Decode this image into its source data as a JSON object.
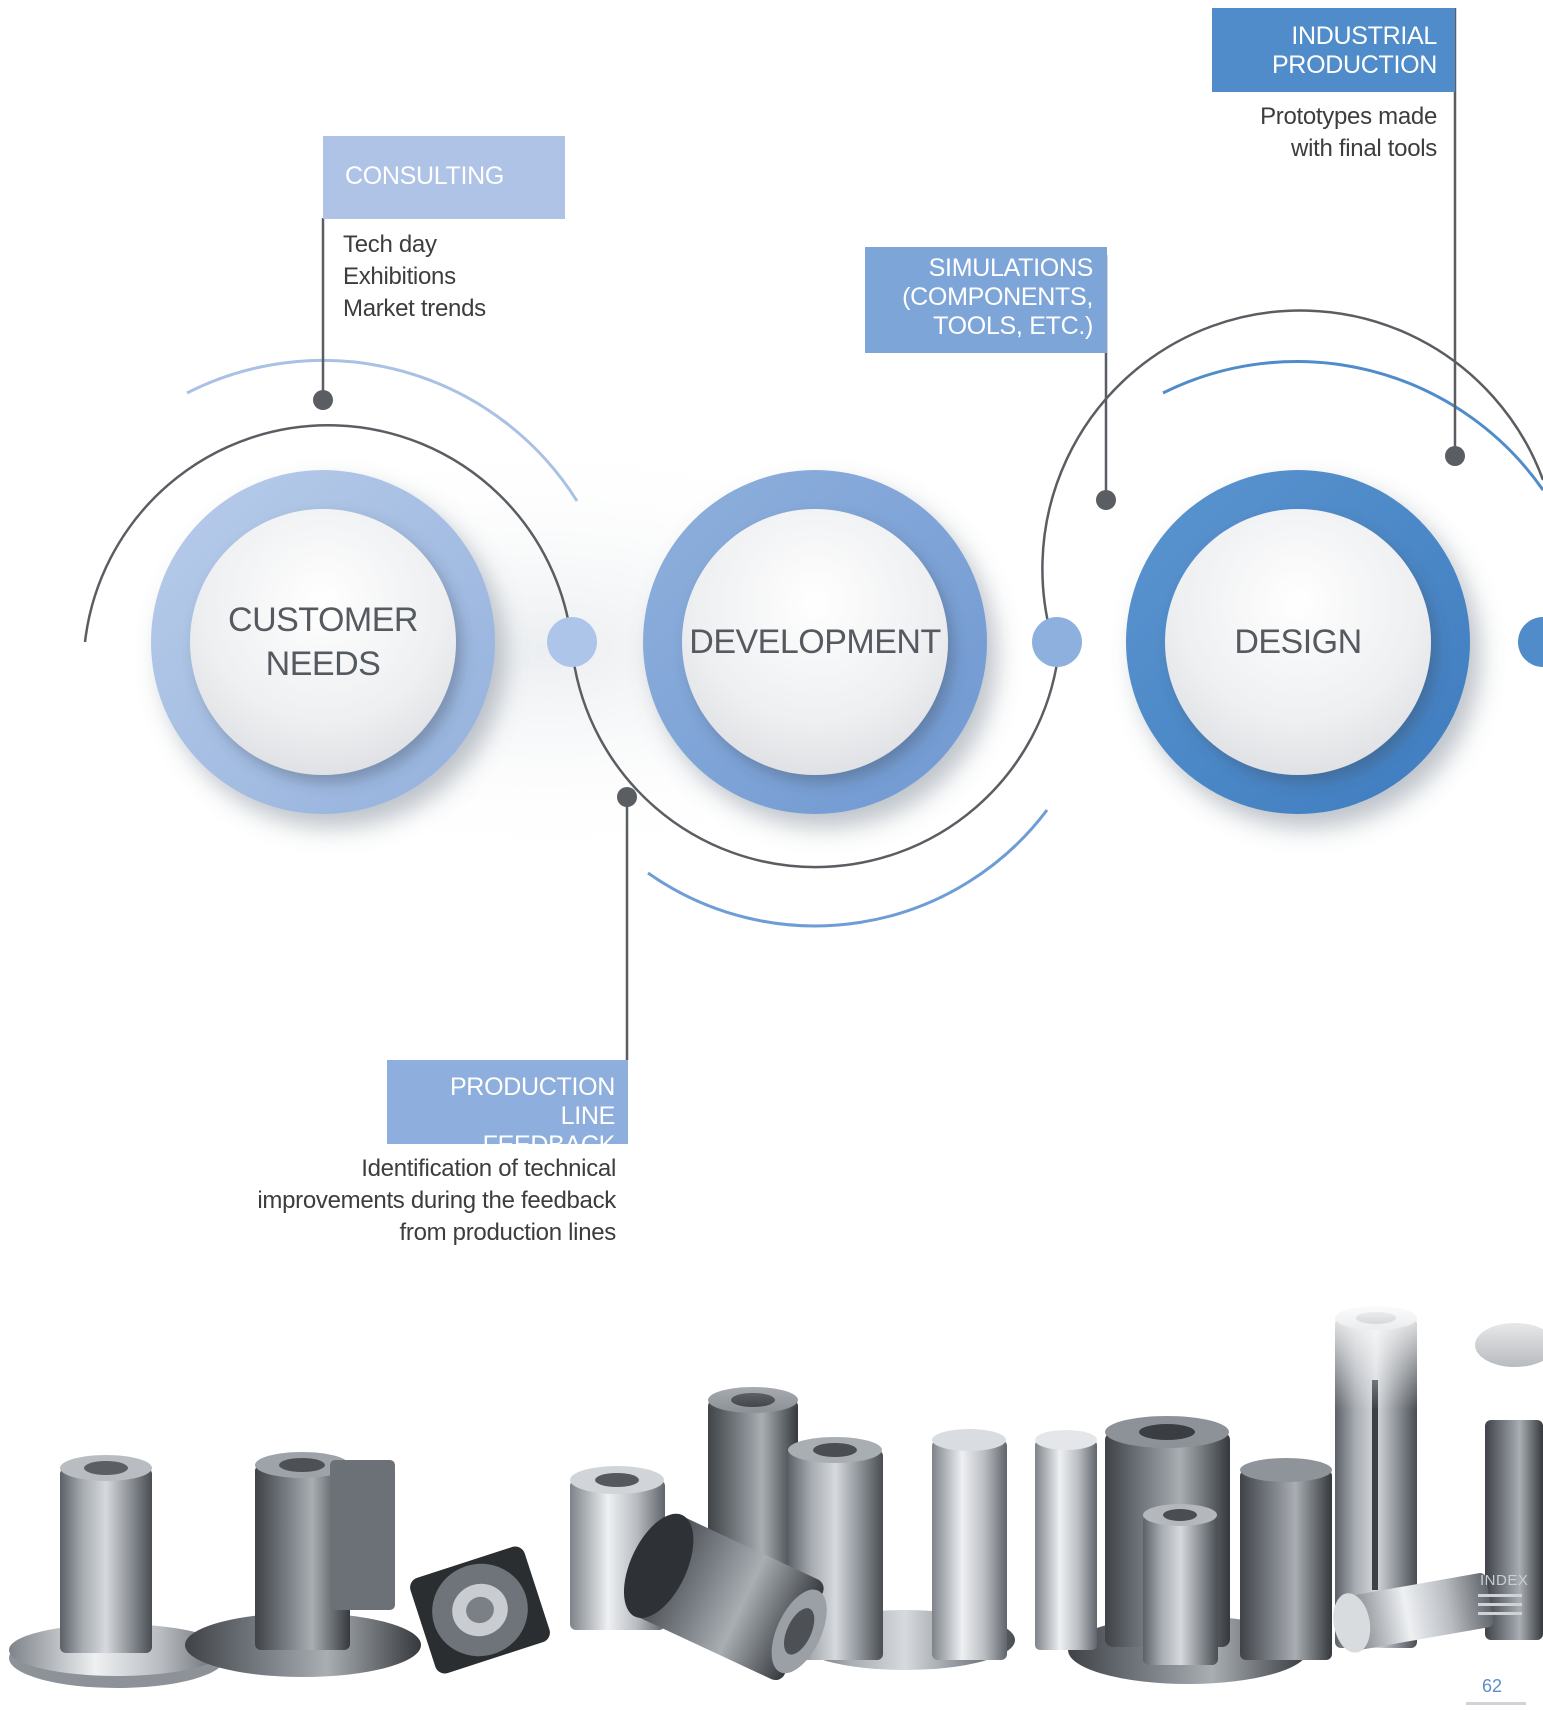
{
  "steps": {
    "customer_needs": {
      "line1": "CUSTOMER",
      "line2": "NEEDS"
    },
    "development": {
      "label": "DEVELOPMENT"
    },
    "design": {
      "label": "DESIGN"
    }
  },
  "annotations": {
    "consulting": {
      "title": "CONSULTING",
      "items": [
        "Tech day",
        "Exhibitions",
        "Market trends"
      ]
    },
    "simulations": {
      "title_lines": [
        "SIMULATIONS",
        "(COMPONENTS,",
        "TOOLS, ETC.)"
      ]
    },
    "industrial_production": {
      "title_lines": [
        "INDUSTRIAL",
        "PRODUCTION"
      ],
      "desc_lines": [
        "Prototypes made",
        "with final tools"
      ]
    },
    "production_line_feedback": {
      "title_lines": [
        "PRODUCTION LINE",
        "FEEDBACK"
      ],
      "desc_lines": [
        "Identification of technical",
        "improvements during the feedback",
        "from production lines"
      ]
    }
  },
  "colors": {
    "light_blue": "#aec3e6",
    "mid_blue": "#7ea5d8",
    "strong_blue": "#4f8cc9",
    "connector_gray": "#5a5d62"
  },
  "footer": {
    "index_label": "INDEX",
    "page_number": "62"
  }
}
